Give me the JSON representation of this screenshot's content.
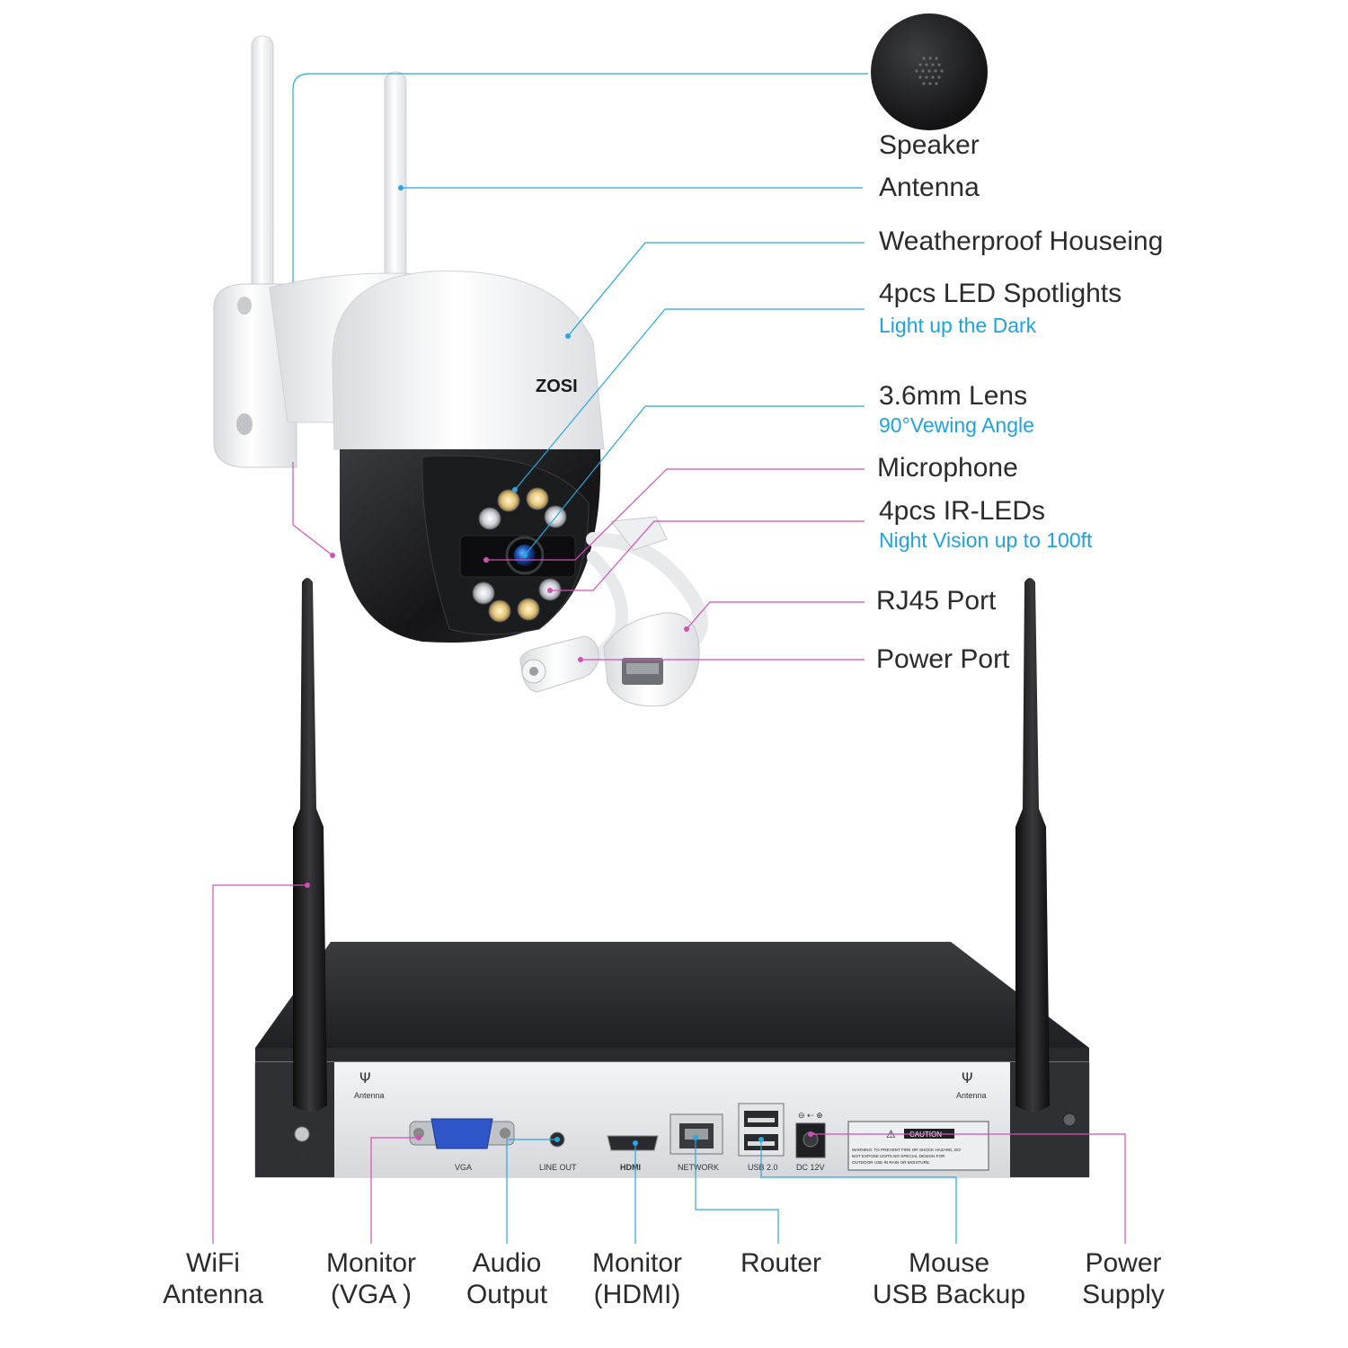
{
  "colors": {
    "callout_blue": "#29a8e0",
    "callout_pink": "#d24fb5",
    "subtitle_blue": "#1fa3e0"
  },
  "brand": "ZOSI",
  "camera_callouts": [
    {
      "id": "speaker",
      "label": "Speaker",
      "sub": ""
    },
    {
      "id": "antenna",
      "label": "Antenna",
      "sub": ""
    },
    {
      "id": "housing",
      "label": "Weatherproof Houseing",
      "sub": ""
    },
    {
      "id": "spotlights",
      "label": "4pcs LED Spotlights",
      "sub": "Light up the Dark"
    },
    {
      "id": "lens",
      "label": "3.6mm Lens",
      "sub": "90°Vewing Angle"
    },
    {
      "id": "microphone",
      "label": "Microphone",
      "sub": ""
    },
    {
      "id": "irleds",
      "label": "4pcs IR-LEDs",
      "sub": "Night Vision up to 100ft"
    },
    {
      "id": "rj45",
      "label": "RJ45 Port",
      "sub": ""
    },
    {
      "id": "power",
      "label": "Power Port",
      "sub": ""
    }
  ],
  "nvr_panel": {
    "antenna": "Antenna",
    "vga": "VGA",
    "line_out": "LINE OUT",
    "hdmi": "HDMI",
    "network": "NETWORK",
    "usb": "USB 2.0",
    "dc": "DC 12V",
    "caution_title": "CAUTION",
    "caution_text_1": "WARNING: TO PREVENT FIRE OR SHOCK HAZARD, DO",
    "caution_text_2": "NOT EXPOSE UNITS.NO SPECIAL DESIGN FOR",
    "caution_text_3": "OUTDOOR USE IN RAIN OR MOISTURE."
  },
  "nvr_callouts": [
    {
      "id": "wifi",
      "line1": "WiFi",
      "line2": "Antenna"
    },
    {
      "id": "vga",
      "line1": "Monitor",
      "line2": "(VGA )"
    },
    {
      "id": "audio",
      "line1": "Audio",
      "line2": "Output"
    },
    {
      "id": "hdmi",
      "line1": "Monitor",
      "line2": "(HDMI)"
    },
    {
      "id": "router",
      "line1": "Router",
      "line2": ""
    },
    {
      "id": "usb",
      "line1": "Mouse",
      "line2": "USB Backup"
    },
    {
      "id": "power",
      "line1": "Power",
      "line2": "Supply"
    }
  ]
}
